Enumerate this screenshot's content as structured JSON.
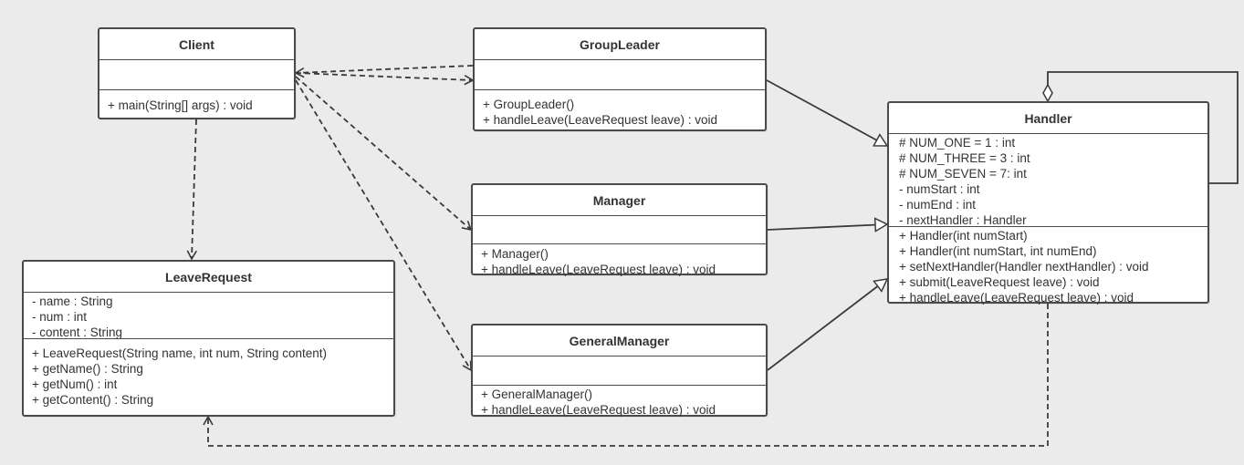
{
  "classes": {
    "client": {
      "name": "Client",
      "attributes": [],
      "operations": [
        "+ main(String[] args) : void"
      ]
    },
    "group_leader": {
      "name": "GroupLeader",
      "attributes": [],
      "operations": [
        "+ GroupLeader()",
        "+ handleLeave(LeaveRequest leave) : void"
      ]
    },
    "manager": {
      "name": "Manager",
      "attributes": [],
      "operations": [
        "+ Manager()",
        "+ handleLeave(LeaveRequest leave) : void"
      ]
    },
    "general_manager": {
      "name": "GeneralManager",
      "attributes": [],
      "operations": [
        "+ GeneralManager()",
        "+ handleLeave(LeaveRequest leave) : void"
      ]
    },
    "leave_request": {
      "name": "LeaveRequest",
      "attributes": [
        "- name : String",
        "- num : int",
        "- content : String"
      ],
      "operations": [
        "+ LeaveRequest(String name, int num, String content)",
        "+ getName() : String",
        "+ getNum() : int",
        "+ getContent() : String"
      ]
    },
    "handler": {
      "name": "Handler",
      "attributes": [
        "# NUM_ONE = 1 :   int",
        "# NUM_THREE = 3 :   int",
        "# NUM_SEVEN = 7:   int",
        "- numStart :   int",
        "- numEnd :   int",
        "- nextHandler :   Handler"
      ],
      "operations": [
        "+ Handler(int numStart)",
        "+ Handler(int numStart, int numEnd)",
        "+ setNextHandler(Handler nextHandler) :   void",
        "+ submit(LeaveRequest leave) :   void",
        "+ handleLeave(LeaveRequest leave) :   void"
      ]
    }
  },
  "colors": {
    "background": "#ebebeb",
    "box_border": "#4a4a4a",
    "line": "#3a3a3a"
  }
}
